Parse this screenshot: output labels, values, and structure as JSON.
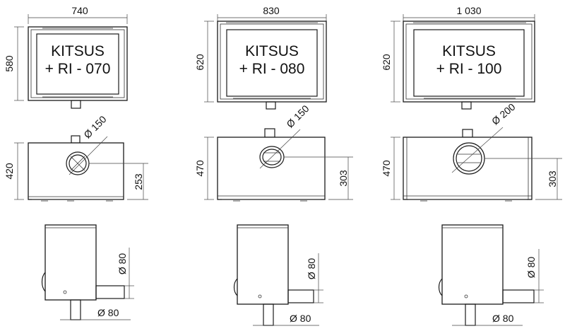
{
  "models": [
    {
      "name_line1": "KITSUS",
      "name_line2": "+ RI - 070",
      "front_width": "740",
      "front_height": "580",
      "top_depth": "420",
      "flue_diameter": "Ø 150",
      "flue_offset": "253",
      "side_vertical_diameter": "Ø 80",
      "side_horizontal_diameter": "Ø 80"
    },
    {
      "name_line1": "KITSUS",
      "name_line2": "+ RI - 080",
      "front_width": "830",
      "front_height": "620",
      "top_depth": "470",
      "flue_diameter": "Ø 150",
      "flue_offset": "303",
      "side_vertical_diameter": "Ø 80",
      "side_horizontal_diameter": "Ø 80"
    },
    {
      "name_line1": "KITSUS",
      "name_line2": "+ RI - 100",
      "front_width": "1 030",
      "front_height": "620",
      "top_depth": "470",
      "flue_diameter": "Ø 200",
      "flue_offset": "303",
      "side_vertical_diameter": "Ø 80",
      "side_horizontal_diameter": "Ø 80"
    }
  ]
}
